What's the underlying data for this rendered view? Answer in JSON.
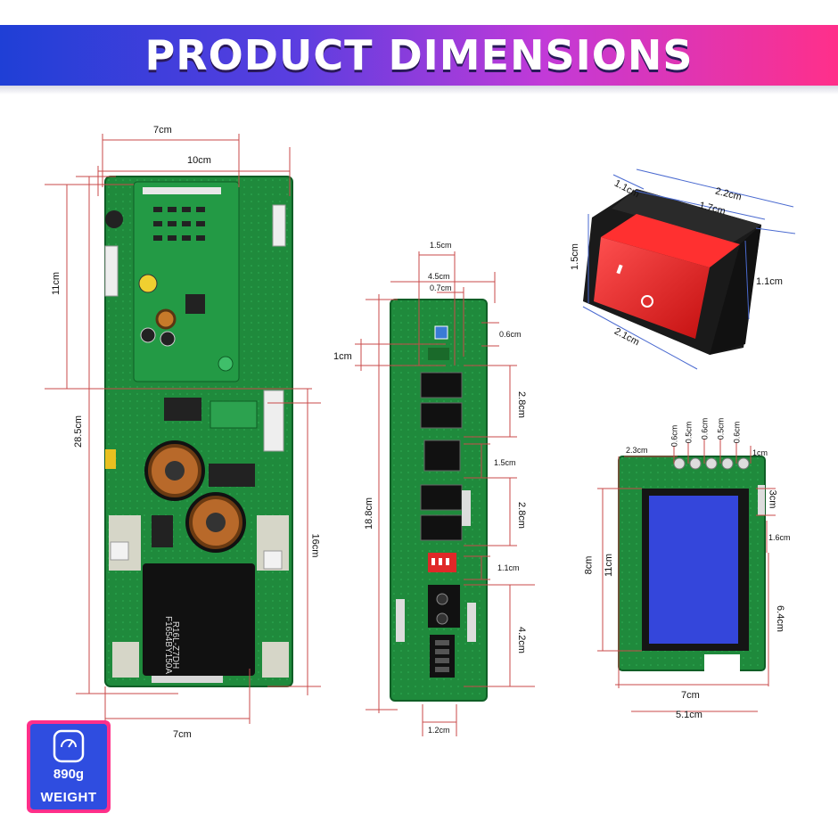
{
  "header": {
    "title": "PRODUCT DIMENSIONS"
  },
  "main_board": {
    "width_top": "7cm",
    "width_full": "10cm",
    "height_top": "11cm",
    "height_total": "28.5cm",
    "height_lower": "16cm",
    "width_bottom": "7cm",
    "chip_text_1": "R16L-Z7DH",
    "chip_text_2": "F1654BY150A"
  },
  "comm_board": {
    "w_1_5": "1.5cm",
    "w_4_5": "4.5cm",
    "w_0_7": "0.7cm",
    "h_0_6": "0.6cm",
    "h_1": "1cm",
    "h_2_8_top": "2.8cm",
    "h_1_5": "1.5cm",
    "h_2_8_bottom": "2.8cm",
    "h_1_1": "1.1cm",
    "h_4_2": "4.2cm",
    "h_total": "18.8cm",
    "w_bottom": "1.2cm"
  },
  "switch": {
    "d_1_1_top": "1.1cm",
    "d_2_2": "2.2cm",
    "d_1_7": "1.7cm",
    "d_1_5": "1.5cm",
    "d_1_1_right": "1.1cm",
    "d_2_1": "2.1cm"
  },
  "display": {
    "d_2_3": "2.3cm",
    "b1": "0.6cm",
    "b2": "0.5cm",
    "b3": "0.6cm",
    "b4": "0.5cm",
    "b5": "0.6cm",
    "d_1": "1cm",
    "d_3": "3cm",
    "d_1_6": "1.6cm",
    "d_8": "8cm",
    "d_11": "11cm",
    "d_6_4": "6.4cm",
    "d_7": "7cm",
    "d_5_1": "5.1cm"
  },
  "weight": {
    "value": "890g",
    "label": "WEIGHT"
  }
}
